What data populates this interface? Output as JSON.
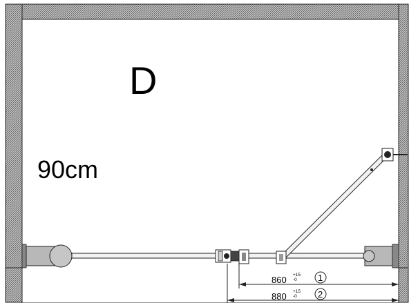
{
  "diagram": {
    "letter": "D",
    "size_label": "90cm",
    "dimensions": [
      {
        "value": "860",
        "tol_plus": "+15",
        "tol_minus": "-0",
        "marker": "1"
      },
      {
        "value": "880",
        "tol_plus": "+15",
        "tol_minus": "-0",
        "marker": "2"
      }
    ]
  }
}
